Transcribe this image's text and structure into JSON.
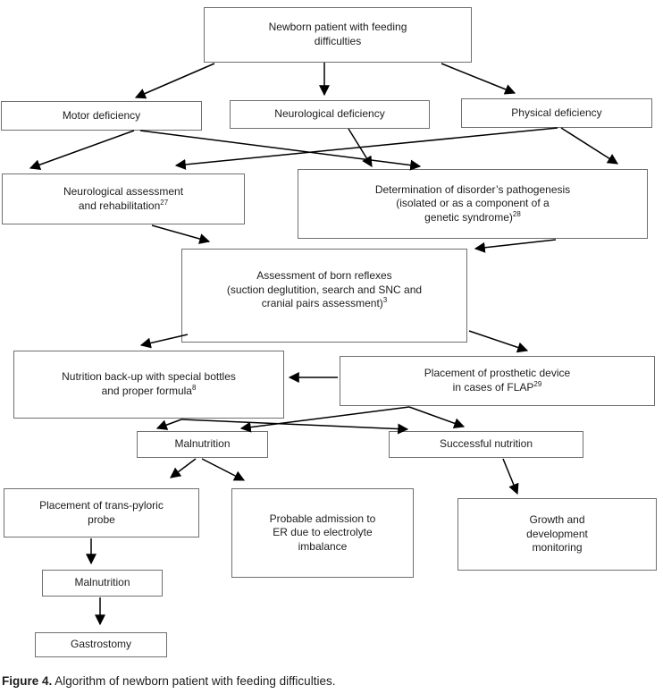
{
  "figure": {
    "caption_label": "Figure 4.",
    "caption_text": " Algorithm of newborn patient with feeding difficulties."
  },
  "nodes": {
    "newborn": {
      "label": "Newborn patient with feeding\ndifficulties"
    },
    "motor": {
      "label": "Motor deficiency"
    },
    "neuro_def": {
      "label": "Neurological deficiency"
    },
    "physical": {
      "label": "Physical deficiency"
    },
    "neuro_assess": {
      "label": "Neurological assessment\nand rehabilitation",
      "sup": "27"
    },
    "determination": {
      "label": "Determination of disorder’s pathogenesis\n(isolated or as a component of a\ngenetic syndrome)",
      "sup": "28"
    },
    "assessment": {
      "label": "Assessment of born reflexes\n(suction deglutition, search and SNC and\ncranial pairs assessment)",
      "sup": "3"
    },
    "nutrition": {
      "label": "Nutrition back-up with special bottles\nand proper formula",
      "sup": "8"
    },
    "placement": {
      "label": "Placement of prosthetic device\nin cases of FLAP",
      "sup": "29"
    },
    "malnutrition1": {
      "label": "Malnutrition"
    },
    "successful": {
      "label": "Successful nutrition"
    },
    "transpyloric": {
      "label": "Placement of trans-pyloric\nprobe"
    },
    "probable": {
      "label": "Probable admission to\nER due to electrolyte\nimbalance"
    },
    "growth": {
      "label": "Growth and\ndevelopment\nmonitoring"
    },
    "malnutrition2": {
      "label": "Malnutrition"
    },
    "gastrostomy": {
      "label": "Gastrostomy"
    }
  },
  "edges": [
    {
      "from": "newborn",
      "to": "motor"
    },
    {
      "from": "newborn",
      "to": "neuro_def"
    },
    {
      "from": "newborn",
      "to": "physical"
    },
    {
      "from": "motor",
      "to": "neuro_assess"
    },
    {
      "from": "motor",
      "to": "determination"
    },
    {
      "from": "neuro_def",
      "to": "determination"
    },
    {
      "from": "physical",
      "to": "neuro_assess"
    },
    {
      "from": "physical",
      "to": "determination"
    },
    {
      "from": "neuro_assess",
      "to": "assessment"
    },
    {
      "from": "determination",
      "to": "assessment"
    },
    {
      "from": "assessment",
      "to": "nutrition"
    },
    {
      "from": "assessment",
      "to": "placement"
    },
    {
      "from": "placement",
      "to": "nutrition"
    },
    {
      "from": "nutrition",
      "to": "malnutrition1"
    },
    {
      "from": "nutrition",
      "to": "successful"
    },
    {
      "from": "placement",
      "to": "malnutrition1"
    },
    {
      "from": "placement",
      "to": "successful"
    },
    {
      "from": "malnutrition1",
      "to": "transpyloric"
    },
    {
      "from": "malnutrition1",
      "to": "probable"
    },
    {
      "from": "successful",
      "to": "growth"
    },
    {
      "from": "transpyloric",
      "to": "malnutrition2"
    },
    {
      "from": "malnutrition2",
      "to": "gastrostomy"
    }
  ],
  "colors": {
    "box_border": "#6f6f6f",
    "arrow": "#000000",
    "text": "#1c1c1c",
    "background": "#ffffff"
  }
}
